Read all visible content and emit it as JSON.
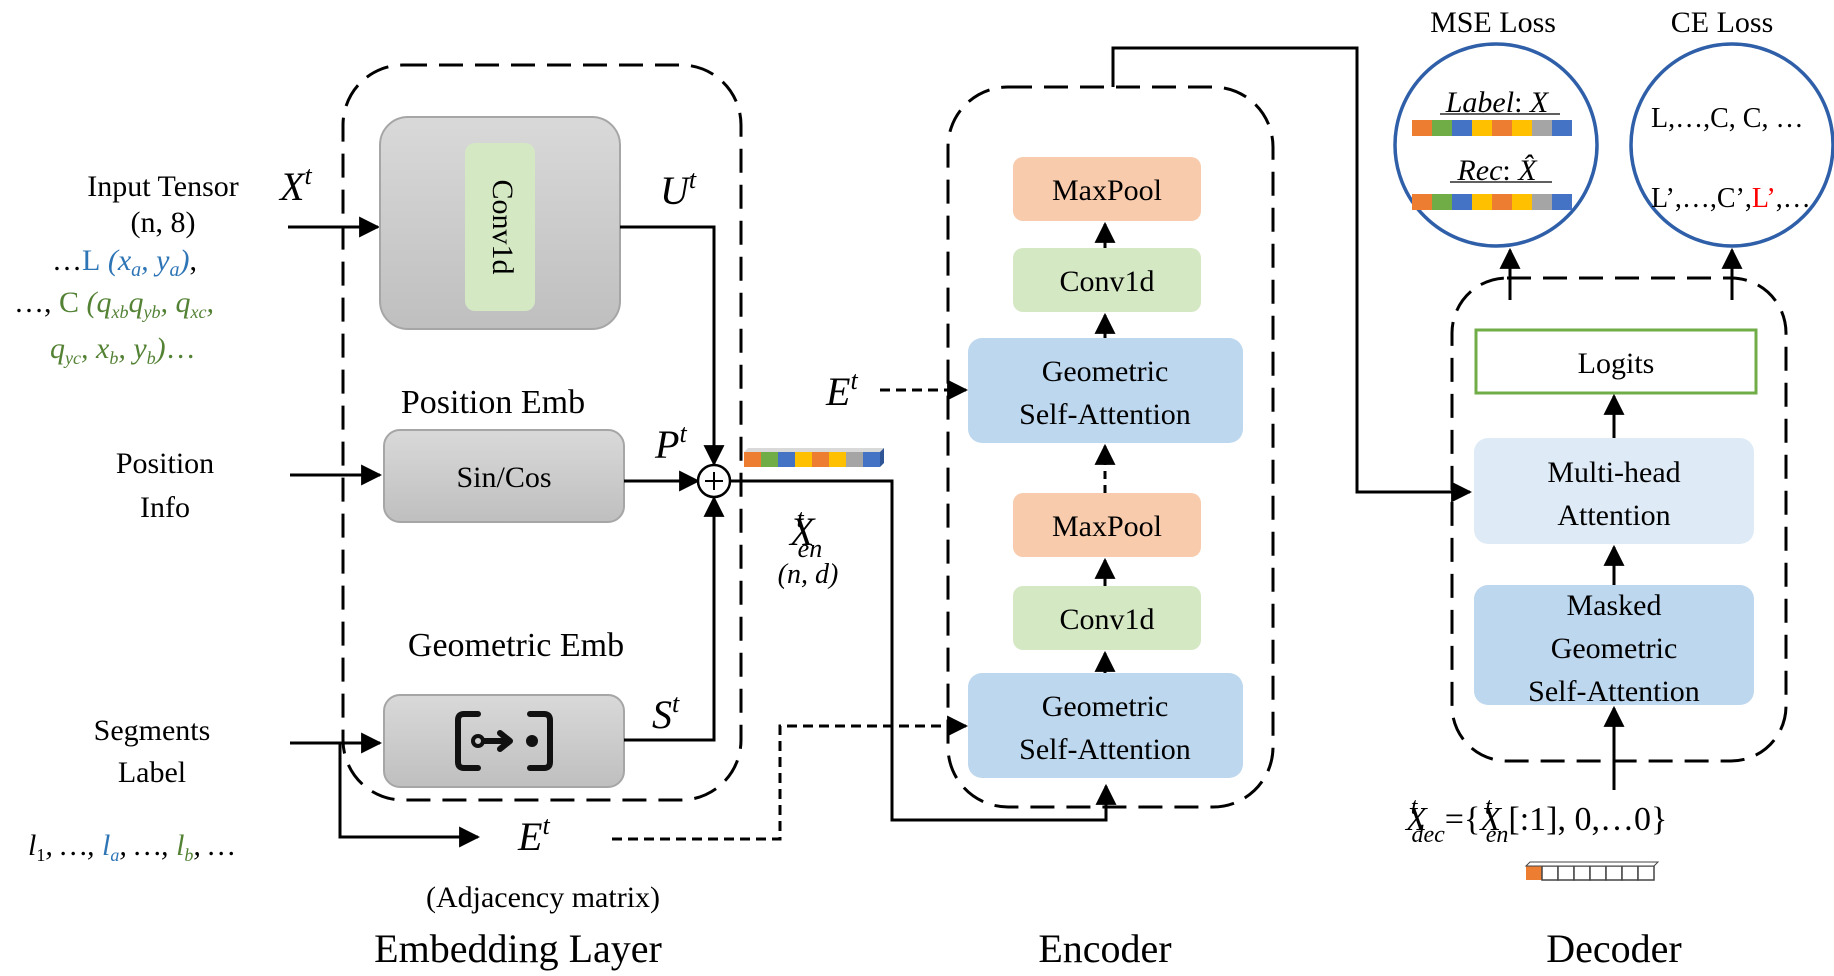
{
  "inputs": {
    "tensor_label": "Input Tensor",
    "tensor_shape": "(n, 8)",
    "tensor_line1_pre": "…",
    "tensor_line1_L": "L",
    "tensor_line1_math": "(x_a, y_a)",
    "tensor_line1_post": ",",
    "tensor_line2_pre": "…, ",
    "tensor_line2_C": "C",
    "tensor_line2_math": "(q_xb q_yb, q_xc,",
    "tensor_line3_math": "q_yc, x_b, y_b)",
    "tensor_line3_post": "…",
    "position_line1": "Position",
    "position_line2": "Info",
    "segments_line1": "Segments",
    "segments_line2": "Label",
    "labels_seq": "l_1, …, l_a, …, l_b, …"
  },
  "embedding": {
    "conv_label": "Conv1d",
    "position_title": "Position Emb",
    "sincos_label": "Sin/Cos",
    "geometric_title": "Geometric Emb",
    "adjacency_symbol": "E",
    "adjacency_note": "(Adjacency matrix)",
    "section_title": "Embedding Layer",
    "xt": "X",
    "ut": "U",
    "pt": "P",
    "st": "S",
    "sup_t": "t",
    "xen": "X",
    "xen_sub": "en",
    "xen_shape": "(n, d)"
  },
  "encoder": {
    "maxpool_top": "MaxPool",
    "conv_top": "Conv1d",
    "gsa_top_line1": "Geometric",
    "gsa_top_line2": "Self-Attention",
    "maxpool_bottom": "MaxPool",
    "conv_bottom": "Conv1d",
    "gsa_bottom_line1": "Geometric",
    "gsa_bottom_line2": "Self-Attention",
    "et_symbol": "E",
    "section_title": "Encoder"
  },
  "decoder": {
    "logits": "Logits",
    "mha_line1": "Multi-head",
    "mha_line2": "Attention",
    "masked_line1": "Masked",
    "masked_line2": "Geometric",
    "masked_line3": "Self-Attention",
    "xdec": "X",
    "xdec_sub": "dec",
    "xdec_eq": "={",
    "xdec_inner": "X",
    "xdec_inner_sub": "en",
    "xdec_slice": "[:1], 0,…0}",
    "section_title": "Decoder"
  },
  "losses": {
    "mse_title": "MSE Loss",
    "ce_title": "CE Loss",
    "mse_label_word": "Label",
    "mse_label_var": "X",
    "mse_rec_word": "Rec",
    "mse_rec_var": "X̂",
    "ce_line1": "L,…,C, C, …",
    "ce_line2_pre": "L’,…,C’,",
    "ce_line2_red": "L’",
    "ce_line2_post": ",…"
  },
  "colors": {
    "gray_box": "#c9c9c9",
    "green_box": "#d5e8c4",
    "orange_box": "#f8cbad",
    "blue_box": "#bdd7ee",
    "light_blue_box": "#deebf7",
    "logits_border": "#70ad47",
    "circle_border": "#2e5fa8",
    "text_blue": "#2e75b6",
    "text_green": "#548235",
    "text_red": "#ff0000",
    "token_colors": [
      "#ed7d31",
      "#70ad47",
      "#4472c4",
      "#ffc000",
      "#ed7d31",
      "#ffc000",
      "#a5a5a5",
      "#4472c4"
    ]
  }
}
